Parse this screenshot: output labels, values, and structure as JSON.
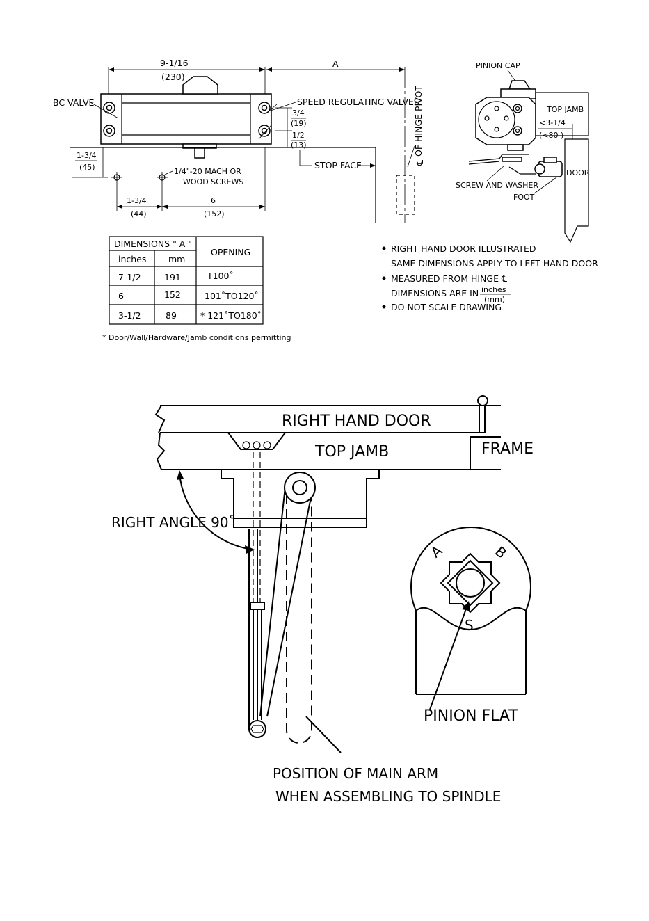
{
  "top_drawing": {
    "dim_overall": "9-1/16",
    "dim_overall_mm": "(230)",
    "dim_a": "A",
    "hinge_pivot": "OF HINGE PIVOT",
    "centerline_symbol": "℄",
    "bc_valve": "BC VALVE",
    "speed_valves": "SPEED REGULATING VALVES",
    "dim_3_4": "3/4",
    "dim_3_4_mm": "(19)",
    "dim_1_2": "1/2",
    "dim_1_2_mm": "(13)",
    "stop_face": "STOP FACE",
    "dim_1_3_4_v": "1-3/4",
    "dim_1_3_4_v_mm": "(45)",
    "screws_line1": "1/4\"-20 MACH OR",
    "screws_line2": "WOOD SCREWS",
    "dim_1_3_4_h": "1-3/4",
    "dim_1_3_4_h_mm": "(44)",
    "dim_6": "6",
    "dim_6_mm": "(152)"
  },
  "side_view": {
    "pinion_cap": "PINION CAP",
    "top_jamb": "TOP JAMB",
    "dim_3_1_4": "<3-1/4",
    "dim_3_1_4_mm": "(<80 )",
    "door": "DOOR",
    "screw_washer": "SCREW AND WASHER",
    "foot": "FOOT"
  },
  "dimension_table": {
    "header_a": "DIMENSIONS \" A \"",
    "header_opening": "OPENING",
    "col_inches": "inches",
    "col_mm": "mm",
    "rows": [
      {
        "inches": "7-1/2",
        "mm": "191",
        "opening": "T100˚"
      },
      {
        "inches": "6",
        "mm": "152",
        "opening": "101˚TO120˚"
      },
      {
        "inches": "3-1/2",
        "mm": "89",
        "opening": "* 121˚TO180˚"
      }
    ],
    "footnote": "* Door/Wall/Hardware/Jamb conditions permitting"
  },
  "notes": {
    "n1_line1": "RIGHT HAND DOOR ILLUSTRATED",
    "n1_line2": "SAME DIMENSIONS APPLY TO LEFT HAND DOOR",
    "n2_line1": "MEASURED FROM HINGE ℄",
    "n2_line2": "DIMENSIONS ARE IN",
    "n2_frac_top": "inches",
    "n2_frac_bottom": "(mm)",
    "n3": "DO NOT SCALE DRAWING"
  },
  "bottom_drawing": {
    "right_hand_door": "RIGHT HAND DOOR",
    "top_jamb": "TOP JAMB",
    "frame": "FRAME",
    "right_angle": "RIGHT ANGLE 90˚",
    "pinion_letters": [
      "A",
      "B",
      "S"
    ],
    "pinion_flat": "PINION FLAT",
    "main_arm_line1": "POSITION OF MAIN ARM",
    "main_arm_line2": "WHEN ASSEMBLING TO SPINDLE"
  }
}
